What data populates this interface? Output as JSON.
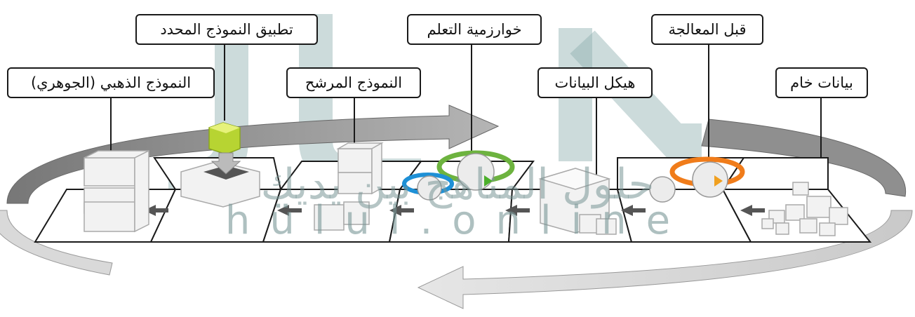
{
  "stages": [
    {
      "id": "raw-data",
      "label": "بيانات خام"
    },
    {
      "id": "preprocessing",
      "label": "قبل المعالجة"
    },
    {
      "id": "data-structure",
      "label": "هيكل البيانات"
    },
    {
      "id": "learning-algorithm",
      "label": "خوارزمية التعلم"
    },
    {
      "id": "candidate-model",
      "label": "النموذج المرشح"
    },
    {
      "id": "apply-selected-model",
      "label": "تطبيق النموذج المحدد"
    },
    {
      "id": "golden-model",
      "label": "النموذج الذهبي (الجوهري)"
    }
  ],
  "watermark": {
    "subtitle": "حلول المناهج بين يديك",
    "url": "hülul.online"
  },
  "colors": {
    "outline": "#1a1a1a",
    "flow_arrow_dark": "#8f8f8f",
    "flow_arrow_light": "#d9d9d9",
    "gear_ring_green": "#6db33f",
    "gear_ring_blue": "#1e90d6",
    "gear_ring_orange": "#f07c1a",
    "selected_cube": "#b7d432",
    "watermark": "#7a9a9a"
  }
}
